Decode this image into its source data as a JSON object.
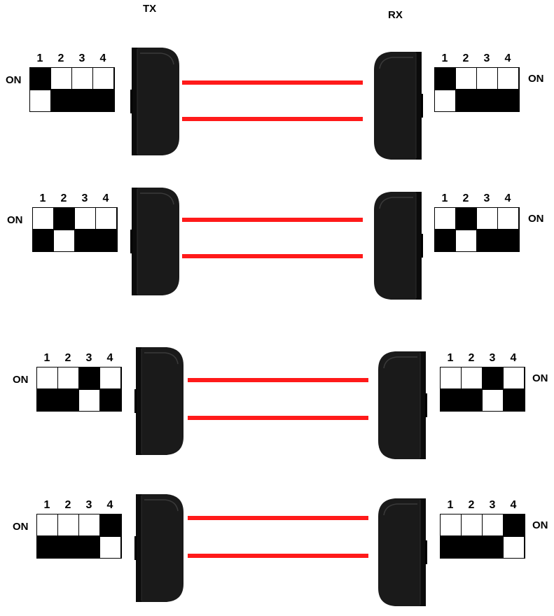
{
  "titles": {
    "tx": "TX",
    "rx": "RX"
  },
  "on_label": "ON",
  "switch_numbers": [
    "1",
    "2",
    "3",
    "4"
  ],
  "colors": {
    "beam": "#ff1a1a",
    "device": "#1a1a1a",
    "switch_on": "#000000",
    "switch_off": "#ffffff"
  },
  "rows": [
    {
      "active_switch": 1
    },
    {
      "active_switch": 2
    },
    {
      "active_switch": 3
    },
    {
      "active_switch": 4
    }
  ]
}
